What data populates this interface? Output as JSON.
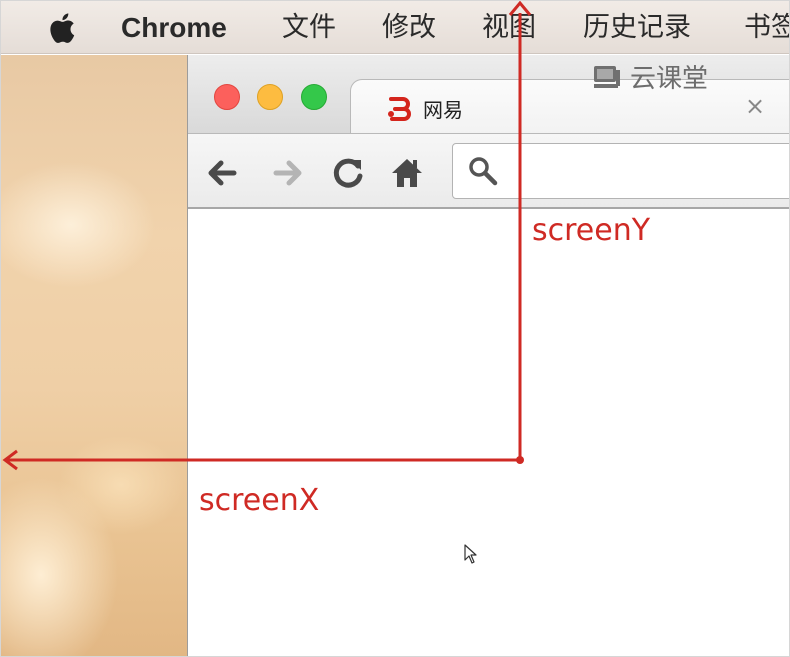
{
  "menubar": {
    "app_name": "Chrome",
    "items": [
      "文件",
      "修改",
      "视图",
      "历史记录",
      "书签"
    ]
  },
  "browser": {
    "tab_title": "网易",
    "tab_close": "×",
    "watermark": "云课堂"
  },
  "annotation": {
    "screen_y_label": "screenY",
    "screen_x_label": "screenX",
    "color": "#cf2a24"
  },
  "icons": {
    "apple": "apple-icon",
    "back": "back-arrow-icon",
    "forward": "forward-arrow-icon",
    "reload": "reload-icon",
    "home": "home-icon",
    "search": "search-icon",
    "favicon": "netease-favicon-icon",
    "cursor": "mouse-cursor-icon"
  },
  "colors": {
    "close": "#fc605c",
    "minimize": "#fdbc40",
    "zoom": "#34c84a"
  }
}
